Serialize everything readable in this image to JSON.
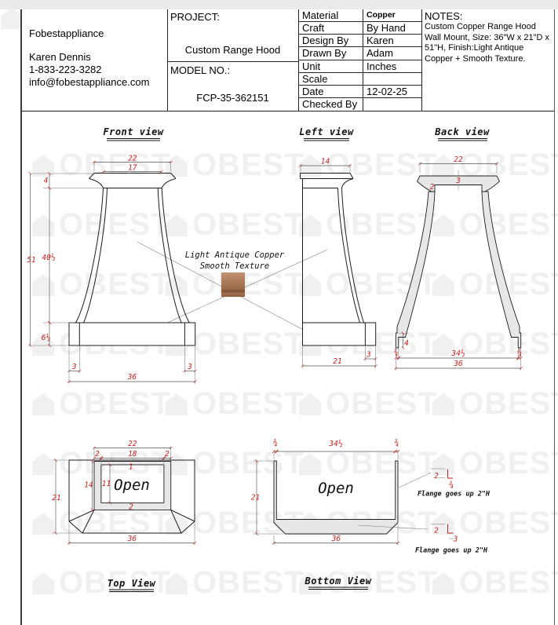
{
  "title_block": {
    "company": {
      "name": "Fobestappliance",
      "contact": "Karen Dennis",
      "phone": "1-833-223-3282",
      "email": "info@fobestappliance.com"
    },
    "project": {
      "label": "PROJECT:",
      "value": "Custom Range Hood"
    },
    "model": {
      "label": "MODEL NO.:",
      "value": "FCP-35-362151"
    },
    "specs": [
      {
        "label": "Material",
        "value": "Copper"
      },
      {
        "label": "Craft",
        "value": "By Hand"
      },
      {
        "label": "Design By",
        "value": "Karen"
      },
      {
        "label": "Drawn By",
        "value": "Adam"
      },
      {
        "label": "Unit",
        "value": "Inches"
      },
      {
        "label": "Scale",
        "value": ""
      },
      {
        "label": "Date",
        "value": "12-02-25"
      },
      {
        "label": "Checked By",
        "value": ""
      }
    ],
    "notes": {
      "label": "NOTES:",
      "text": "Custom Copper Range Hood Wall Mount, Size: 36\"W x 21\"D x 51\"H, Finish:Light Antique Copper + Smooth Texture."
    }
  },
  "watermark": {
    "text": "OBEST"
  },
  "finish_callout": {
    "line1": "Light Antique Copper",
    "line2": "Smooth Texture"
  },
  "views": {
    "front": {
      "title": "Front view",
      "dims": {
        "crown_width": "22",
        "neck_width": "17",
        "crown_height": "4",
        "overall_height": "51",
        "body_height": "40½",
        "base_height": "6½",
        "base_side_left": "3",
        "base_side_right": "3",
        "base_width": "36"
      }
    },
    "left": {
      "title": "Left view",
      "dims": {
        "top_depth": "14",
        "base_inset": "3",
        "base_depth": "21"
      }
    },
    "back": {
      "title": "Back view",
      "dims": {
        "crown_width": "22",
        "crown_height": "3",
        "wall_thickness": "2",
        "flange_height": "4",
        "flange_width_left": "¾",
        "inner_width": "34½",
        "flange_width_right": "¾",
        "overall_width": "36"
      }
    },
    "top": {
      "title": "Top View",
      "open_label": "Open",
      "dims": {
        "frame_width": "22",
        "frame_side_left": "2",
        "opening_width": "18",
        "frame_side_right": "2",
        "frame_top": "1",
        "frame_depth": "14",
        "opening_depth": "11",
        "overall_depth": "21",
        "frame_bottom": "2",
        "overall_width": "36"
      }
    },
    "bottom": {
      "title": "Bottom View",
      "open_label": "Open",
      "dims": {
        "flange_left": "¾",
        "inner_width": "34½",
        "flange_right": "¾",
        "depth": "21",
        "width": "36"
      },
      "callout_top": {
        "dim_offset": "2",
        "dim_flange": "¾",
        "note": "Flange goes up 2\"H"
      },
      "callout_bottom": {
        "dim_offset": "2",
        "dim_flange": "3",
        "note": "Flange goes up 2\"H"
      }
    }
  },
  "colors": {
    "dim_red": "#c41e1e",
    "copper_swatch": "#ab7a58",
    "drawing_gray": "#e7e7e7",
    "line": "#1c1c1c"
  }
}
